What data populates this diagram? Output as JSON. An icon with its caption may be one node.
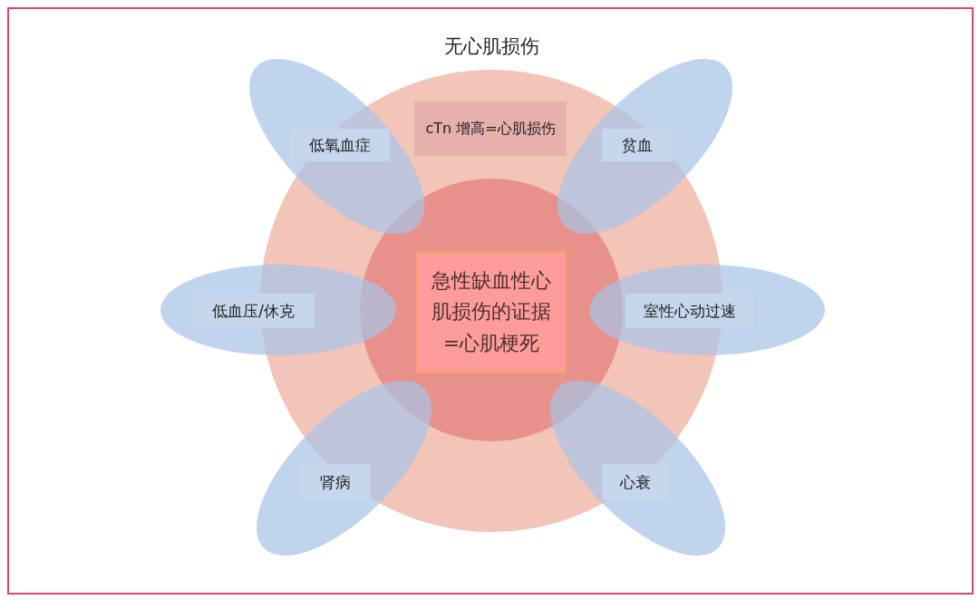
{
  "diagram": {
    "nodes": [
      {
        "text": [
          "无心肌损伤"
        ]
      },
      {
        "text": [
          "cTn 增高=心肌损伤"
        ],
        "in": 0
      },
      {
        "text": [],
        "shape": "circle",
        "in": 1
      },
      {
        "text": [
          "急性缺血性心肌损伤的证据=心肌梗死"
        ],
        "in": 2
      },
      {
        "text": [
          "低氧血症"
        ],
        "in": 0
      },
      {
        "text": [
          "贫血"
        ],
        "in": 0
      },
      {
        "text": [
          "低血压/休克"
        ],
        "in": 0
      },
      {
        "text": [
          "室性心动过速"
        ],
        "in": 0
      },
      {
        "text": [
          "肾病"
        ],
        "in": 0
      },
      {
        "text": [
          "心衰"
        ],
        "in": 0
      }
    ]
  }
}
